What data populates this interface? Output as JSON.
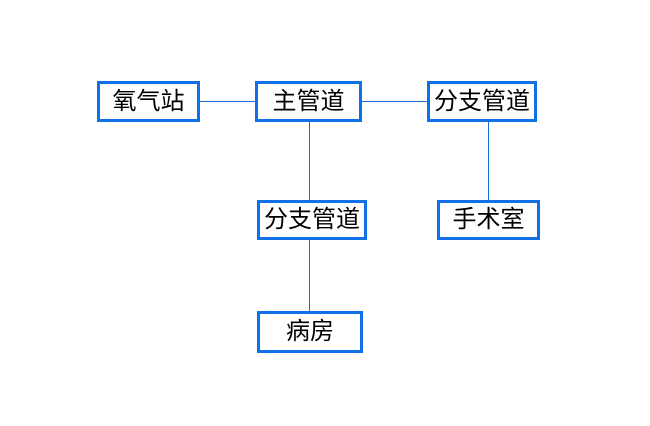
{
  "diagram": {
    "type": "flowchart",
    "nodes": [
      {
        "id": "oxygen-station",
        "label": "氧气站"
      },
      {
        "id": "main-pipeline",
        "label": "主管道"
      },
      {
        "id": "branch-pipeline-right",
        "label": "分支管道"
      },
      {
        "id": "branch-pipeline-center",
        "label": "分支管道"
      },
      {
        "id": "operating-room",
        "label": "手术室"
      },
      {
        "id": "ward",
        "label": "病房"
      }
    ],
    "edges": [
      {
        "from": "oxygen-station",
        "to": "main-pipeline",
        "orientation": "horizontal"
      },
      {
        "from": "main-pipeline",
        "to": "branch-pipeline-right",
        "orientation": "horizontal"
      },
      {
        "from": "main-pipeline",
        "to": "branch-pipeline-center",
        "orientation": "vertical"
      },
      {
        "from": "branch-pipeline-right",
        "to": "operating-room",
        "orientation": "vertical"
      },
      {
        "from": "branch-pipeline-center",
        "to": "ward",
        "orientation": "vertical"
      }
    ]
  },
  "colors": {
    "box_border": "#116fe8",
    "connector": "#1a6fd6",
    "text": "#000000",
    "background": "#ffffff"
  }
}
